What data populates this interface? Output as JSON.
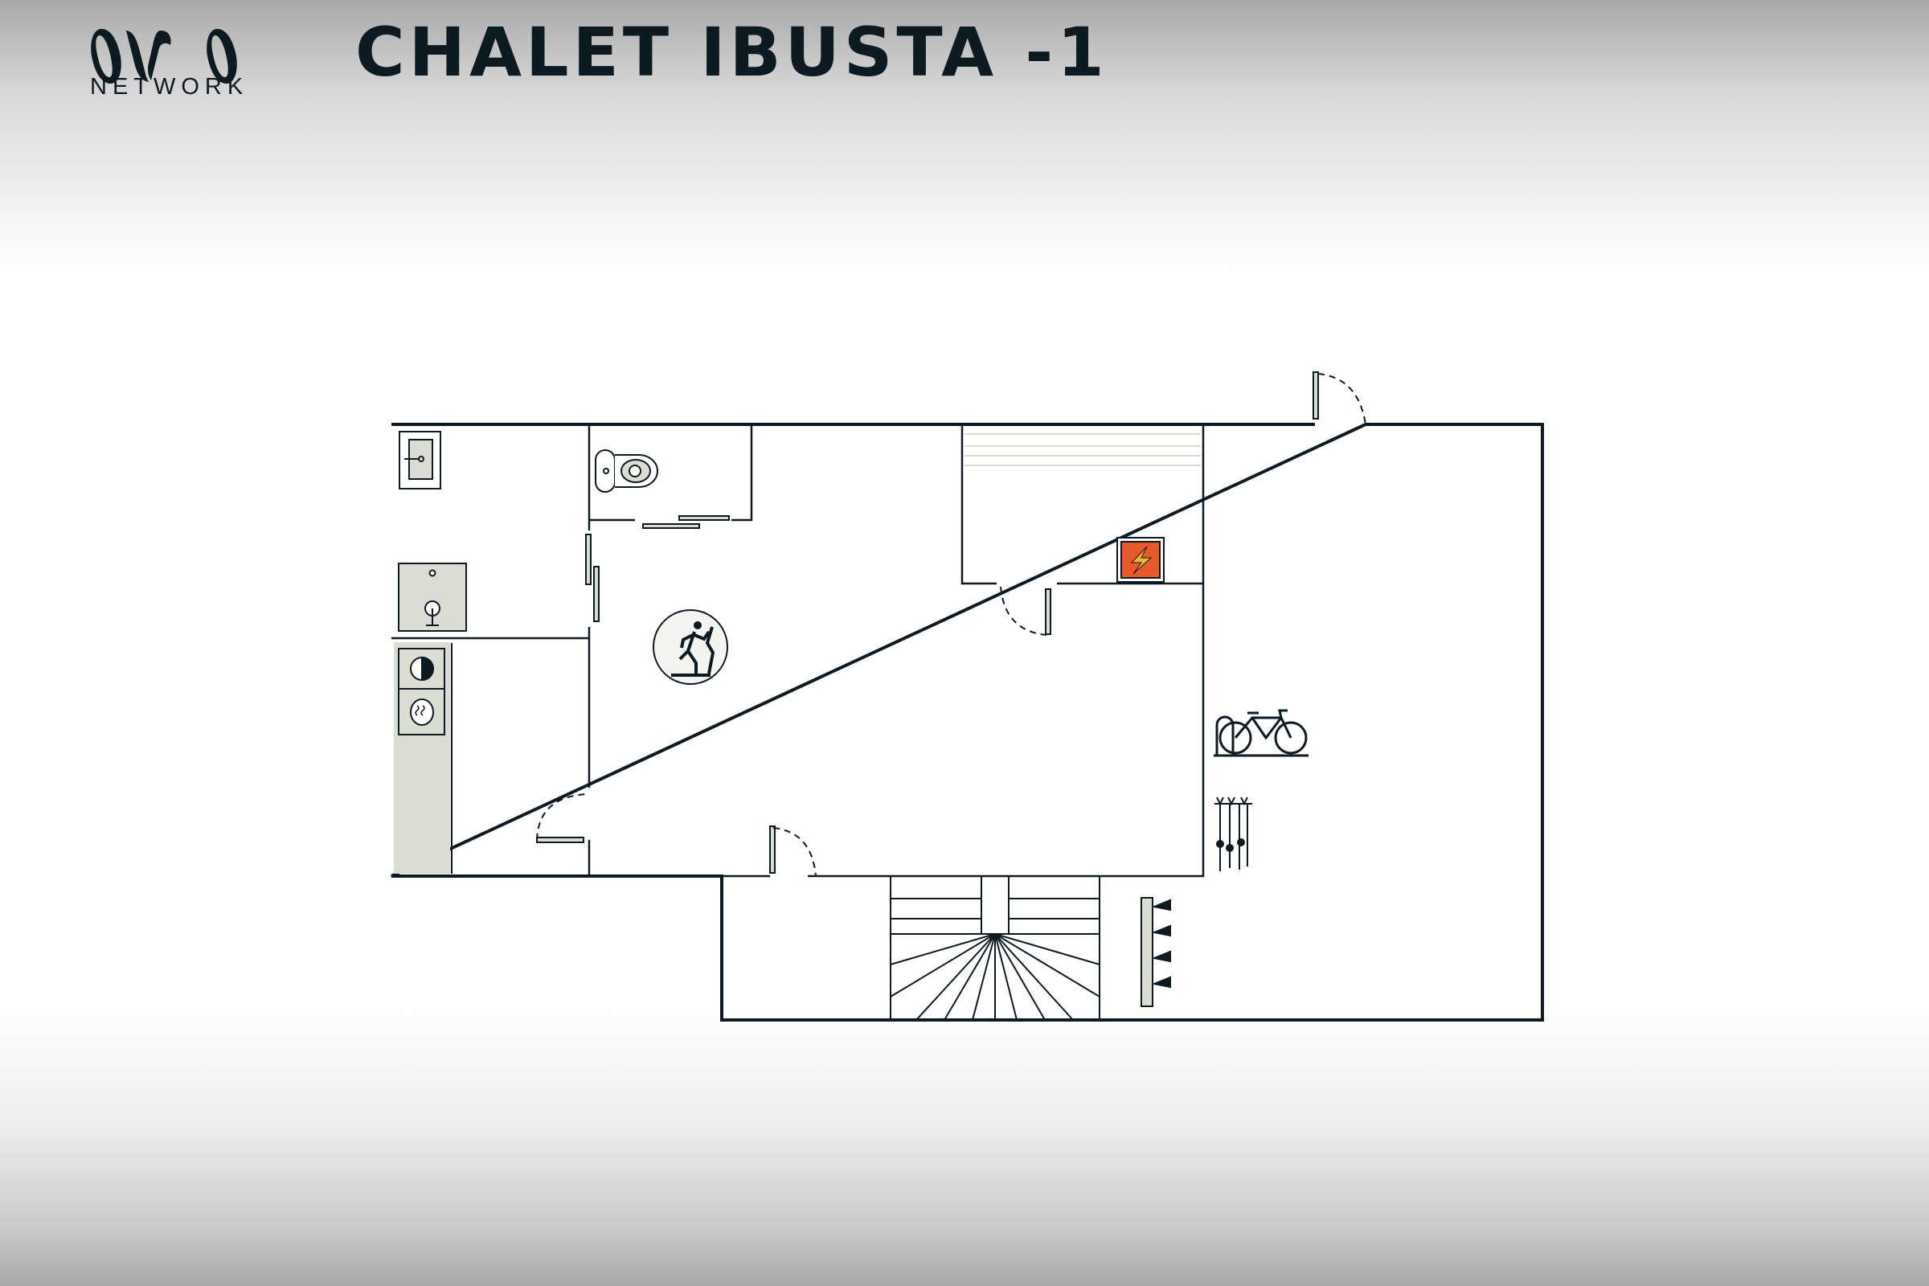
{
  "brand": {
    "logo_mark": "OVO",
    "logo_word": "NETWORK"
  },
  "header": {
    "title": "CHALET IBUSTA -1"
  },
  "colors": {
    "ink": "#0e1a22",
    "fixture": "#dcddd2",
    "electric": "#e85a2a",
    "bolt": "#f2b233"
  },
  "icons": [
    "toilet-icon",
    "sink-icon",
    "shower-icon",
    "washer-icon",
    "dryer-icon",
    "treadmill-icon",
    "electric-panel-icon",
    "bicycle-icon",
    "ski-rack-icon",
    "boot-dryer-icon",
    "stairs-icon"
  ]
}
